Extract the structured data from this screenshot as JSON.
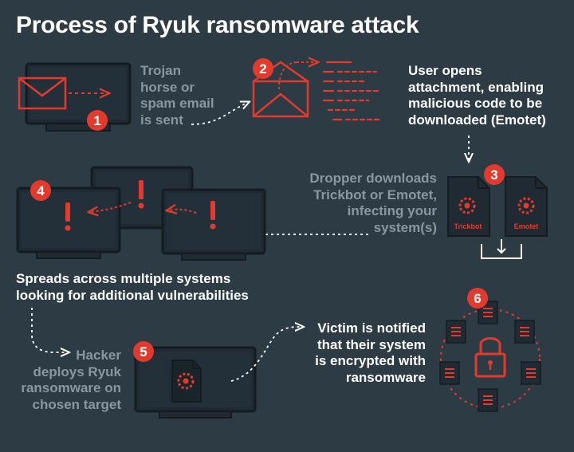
{
  "title": "Process of Ryuk ransomware attack",
  "colors": {
    "background": "#2d3b45",
    "accent": "#e23b2e",
    "panel": "#1f2a32",
    "outline": "#141c22",
    "muted_text": "#8b979f",
    "text": "#ffffff"
  },
  "steps": [
    {
      "number": "1",
      "text": [
        "Trojan",
        "horse or",
        "spam email",
        "is sent"
      ],
      "icon": "envelope-on-monitor-icon"
    },
    {
      "number": "2",
      "text": [
        "User opens",
        "attachment, enabling",
        "malicious code to be",
        "downloaded (Emotet)"
      ],
      "icon": "open-envelope-icon"
    },
    {
      "number": "3",
      "text": [
        "Dropper downloads",
        "Trickbot or Emotet,",
        "infecting your",
        "system(s)"
      ],
      "icon": "malware-file-icon"
    },
    {
      "number": "4",
      "text": [
        "Spreads across multiple systems",
        "looking for additional vulnerabilities"
      ],
      "icon": "infected-monitors-icon"
    },
    {
      "number": "5",
      "text": [
        "Hacker",
        "deploys Ryuk",
        "ransomware on",
        "chosen target"
      ],
      "icon": "malware-on-monitor-icon"
    },
    {
      "number": "6",
      "text": [
        "Victim is notified",
        "that their system",
        "is encrypted with",
        "ransomware"
      ],
      "icon": "padlock-icon"
    }
  ],
  "files": {
    "trickbot": "Trickbot",
    "emotet": "Emotet"
  }
}
